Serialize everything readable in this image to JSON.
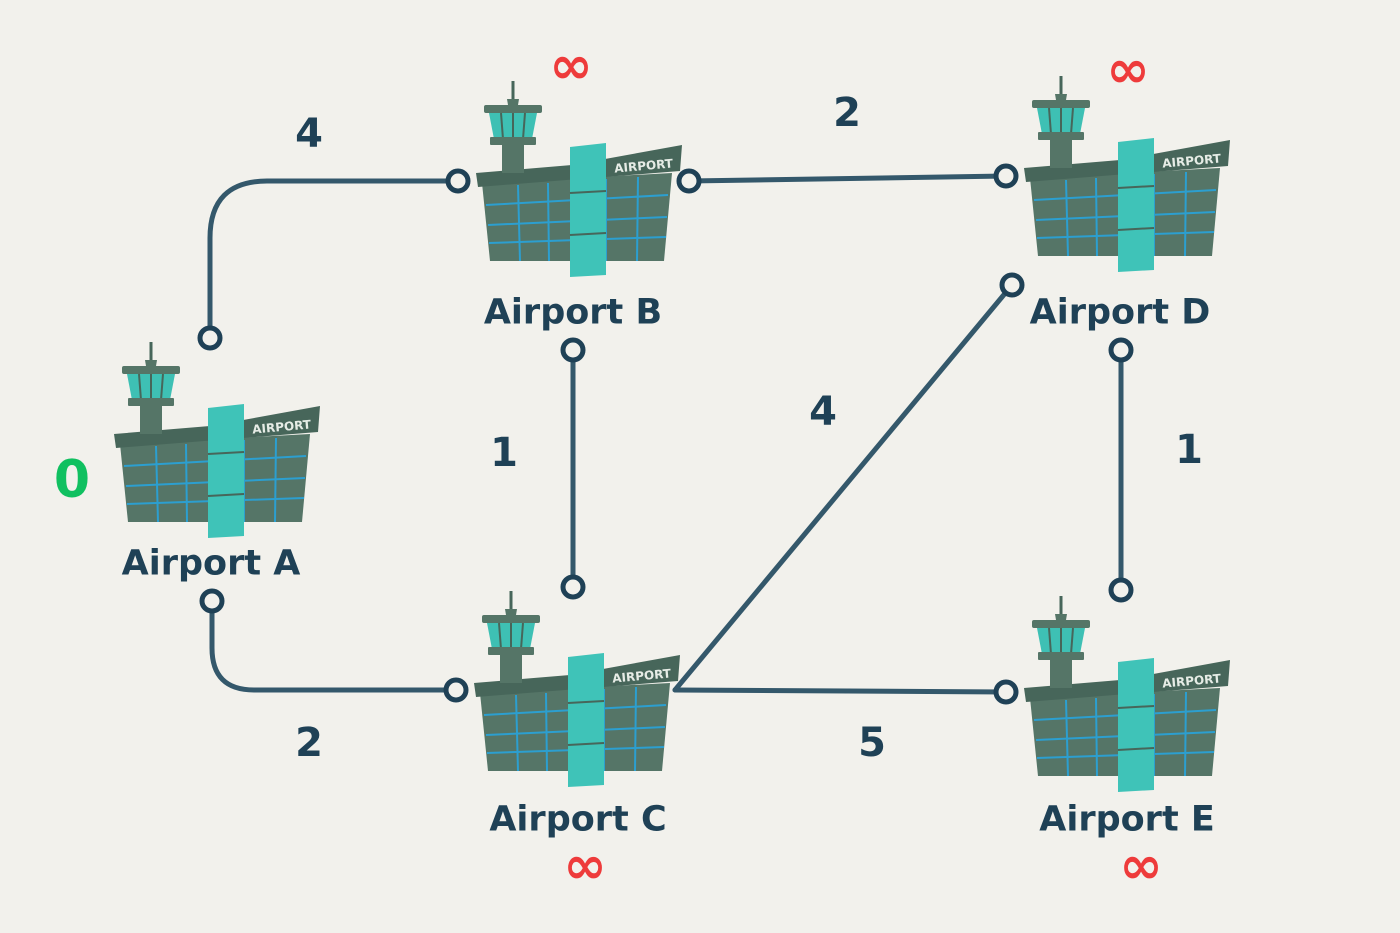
{
  "colors": {
    "ink": "#1f4156",
    "edge": "#34586b",
    "building": "#557567",
    "building_dark": "#47665a",
    "window_line": "#2c9fd0",
    "tower_glass": "#3ec0b4",
    "accent": "#3fc3b8",
    "sign_text": "#e6ece6",
    "infinity": "#ee3b3b",
    "zero": "#10c060"
  },
  "airports": [
    {
      "id": "A",
      "name": "Airport A",
      "distance": "0",
      "sign": "AIRPORT"
    },
    {
      "id": "B",
      "name": "Airport B",
      "distance": "∞",
      "sign": "AIRPORT"
    },
    {
      "id": "C",
      "name": "Airport C",
      "distance": "∞",
      "sign": "AIRPORT"
    },
    {
      "id": "D",
      "name": "Airport D",
      "distance": "∞",
      "sign": "AIRPORT"
    },
    {
      "id": "E",
      "name": "Airport E",
      "distance": "∞",
      "sign": "AIRPORT"
    }
  ],
  "edges": [
    {
      "from": "A",
      "to": "B",
      "weight": "4"
    },
    {
      "from": "A",
      "to": "C",
      "weight": "2"
    },
    {
      "from": "B",
      "to": "C",
      "weight": "1"
    },
    {
      "from": "B",
      "to": "D",
      "weight": "2"
    },
    {
      "from": "C",
      "to": "D",
      "weight": "4"
    },
    {
      "from": "C",
      "to": "E",
      "weight": "5"
    },
    {
      "from": "D",
      "to": "E",
      "weight": "1"
    }
  ]
}
